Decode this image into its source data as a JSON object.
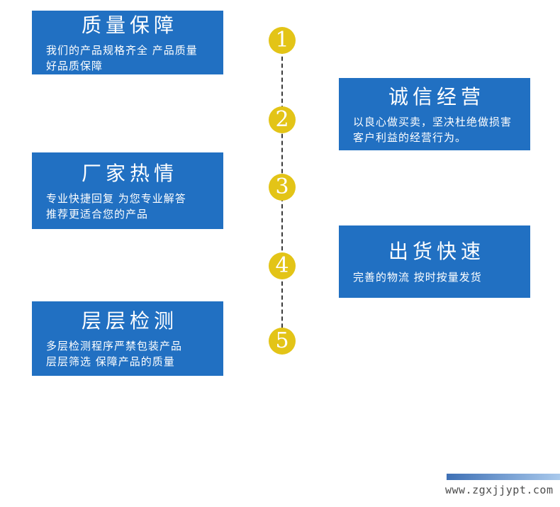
{
  "page": {
    "background": "#ffffff",
    "description": "Company advantage infographic: five numbered steps on a vertical dashed timeline"
  },
  "colors": {
    "box_blue": "#2170c2",
    "circle_yellow": "#e3c417",
    "dashed_line": "#3a3a3a",
    "text_white": "#ffffff",
    "url_gray": "#4d4d4d",
    "footer_bar_gradient_start": "#3e70b5",
    "footer_bar_gradient_end": "#a9c9ec"
  },
  "features": [
    {
      "number": "1",
      "side": "left",
      "title": "质量保障",
      "body_lines": [
        "我们的产品规格齐全 产品质量",
        "好品质保障"
      ]
    },
    {
      "number": "2",
      "side": "right",
      "title": "诚信经营",
      "body_lines": [
        "以良心做买卖，坚决杜绝做损害",
        "客户利益的经营行为。"
      ]
    },
    {
      "number": "3",
      "side": "left",
      "title": "厂家热情",
      "body_lines": [
        "专业快捷回复 为您专业解答",
        "推荐更适合您的产品"
      ]
    },
    {
      "number": "4",
      "side": "right",
      "title": "出货快速",
      "body_lines": [
        "完善的物流 按时按量发货"
      ]
    },
    {
      "number": "5",
      "side": "left",
      "title": "层层检测",
      "body_lines": [
        "多层检测程序严禁包装产品",
        "层层筛选 保障产品的质量"
      ]
    }
  ],
  "timeline": {
    "numbers": [
      "1",
      "2",
      "3",
      "4",
      "5"
    ]
  },
  "footer": {
    "website": "www.zgxjjypt.com"
  }
}
